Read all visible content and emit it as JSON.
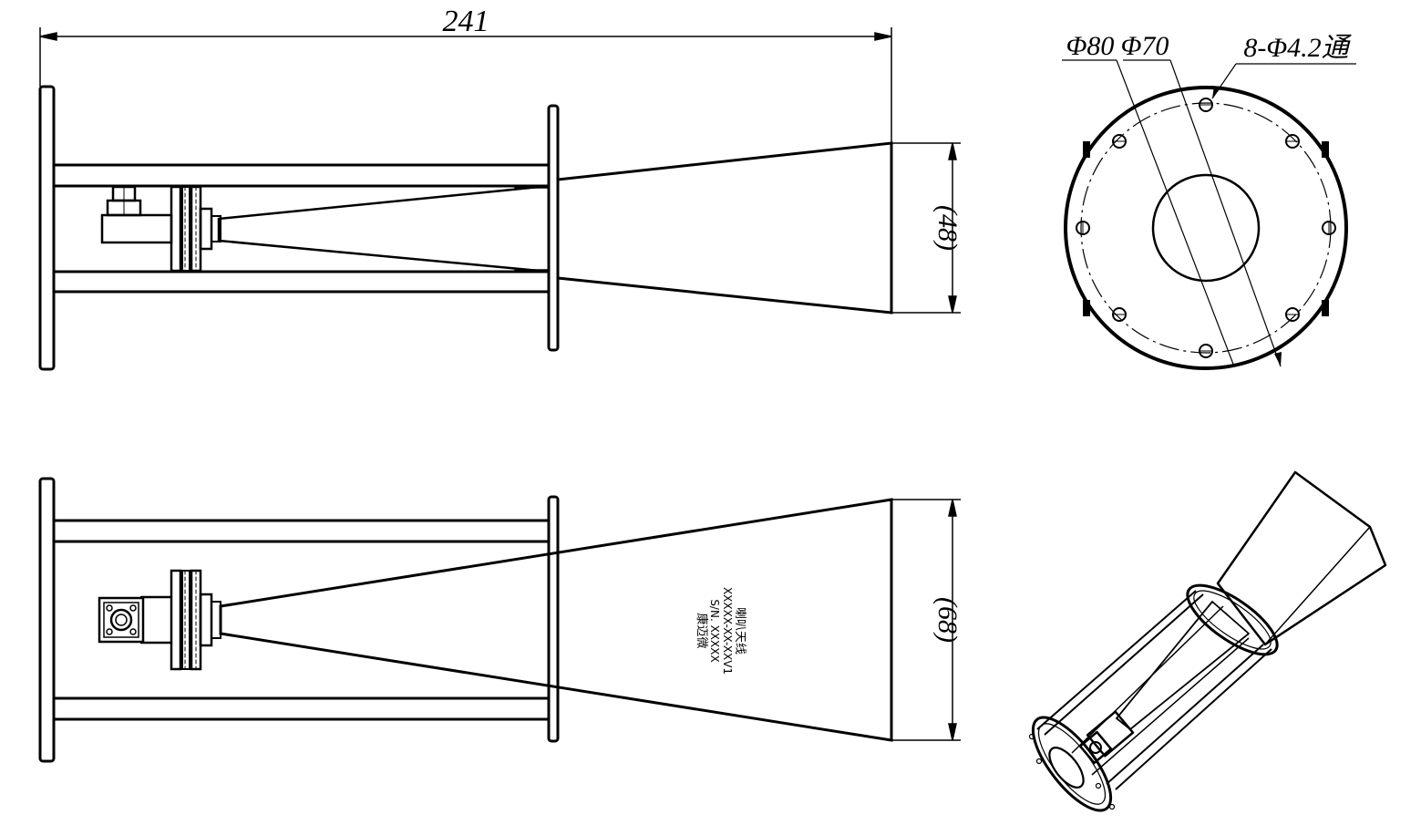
{
  "dimensions": {
    "overall_length": "241",
    "aperture_height_side": "(48)",
    "aperture_height_top": "(68)",
    "dia_outer_flange": "Φ80",
    "dia_bolt_circle": "Φ70",
    "bolt_holes": "8-Φ4.2通"
  },
  "nameplate": {
    "line1": "喇叭天线",
    "line2": "XXXXX-XX-XXV1",
    "line3": "S/N. XXXXX",
    "line4": "康迈微"
  }
}
